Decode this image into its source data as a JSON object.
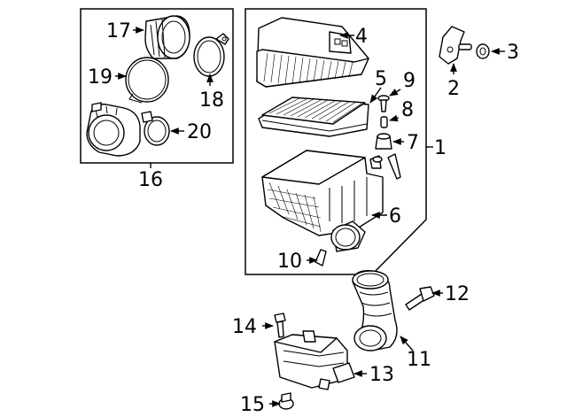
{
  "callouts": {
    "c1": "1",
    "c2": "2",
    "c3": "3",
    "c4": "4",
    "c5": "5",
    "c6": "6",
    "c7": "7",
    "c8": "8",
    "c9": "9",
    "c10": "10",
    "c11": "11",
    "c12": "12",
    "c13": "13",
    "c14": "14",
    "c15": "15",
    "c16": "16",
    "c17": "17",
    "c18": "18",
    "c19": "19",
    "c20": "20"
  },
  "parts": [
    {
      "callout": "1",
      "name": "air-cleaner-assembly"
    },
    {
      "callout": "2",
      "name": "bracket"
    },
    {
      "callout": "3",
      "name": "nut"
    },
    {
      "callout": "4",
      "name": "upper-cover"
    },
    {
      "callout": "5",
      "name": "filter-element"
    },
    {
      "callout": "6",
      "name": "lower-housing"
    },
    {
      "callout": "7",
      "name": "grommet"
    },
    {
      "callout": "8",
      "name": "insulator"
    },
    {
      "callout": "9",
      "name": "screw"
    },
    {
      "callout": "10",
      "name": "clip"
    },
    {
      "callout": "11",
      "name": "intake-duct"
    },
    {
      "callout": "12",
      "name": "bolt"
    },
    {
      "callout": "13",
      "name": "resonator"
    },
    {
      "callout": "14",
      "name": "bolt"
    },
    {
      "callout": "15",
      "name": "bolt"
    },
    {
      "callout": "16",
      "name": "duct-kit"
    },
    {
      "callout": "17",
      "name": "coupler"
    },
    {
      "callout": "18",
      "name": "clamp"
    },
    {
      "callout": "19",
      "name": "seal"
    },
    {
      "callout": "20",
      "name": "clamp"
    }
  ]
}
